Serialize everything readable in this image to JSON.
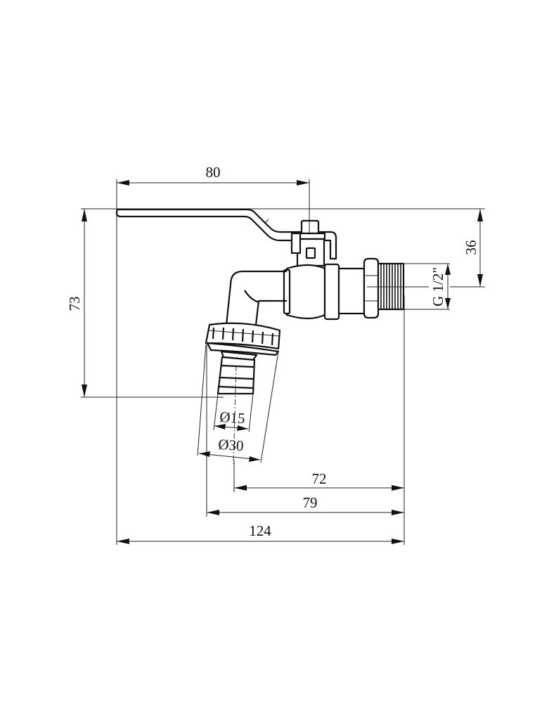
{
  "drawing": {
    "subject": "Ball valve garden tap with hose connector (side view)",
    "line_color": "#111111",
    "background": "#ffffff"
  },
  "dimensions": {
    "handle_length": "80",
    "total_height": "73",
    "top_to_axis": "36",
    "thread": "G 1/2\"",
    "hose_inner_diameter": "Ø15",
    "nut_diameter": "Ø30",
    "axis_to_hose_center": "72",
    "axis_to_nut_edge": "79",
    "total_length": "124"
  }
}
